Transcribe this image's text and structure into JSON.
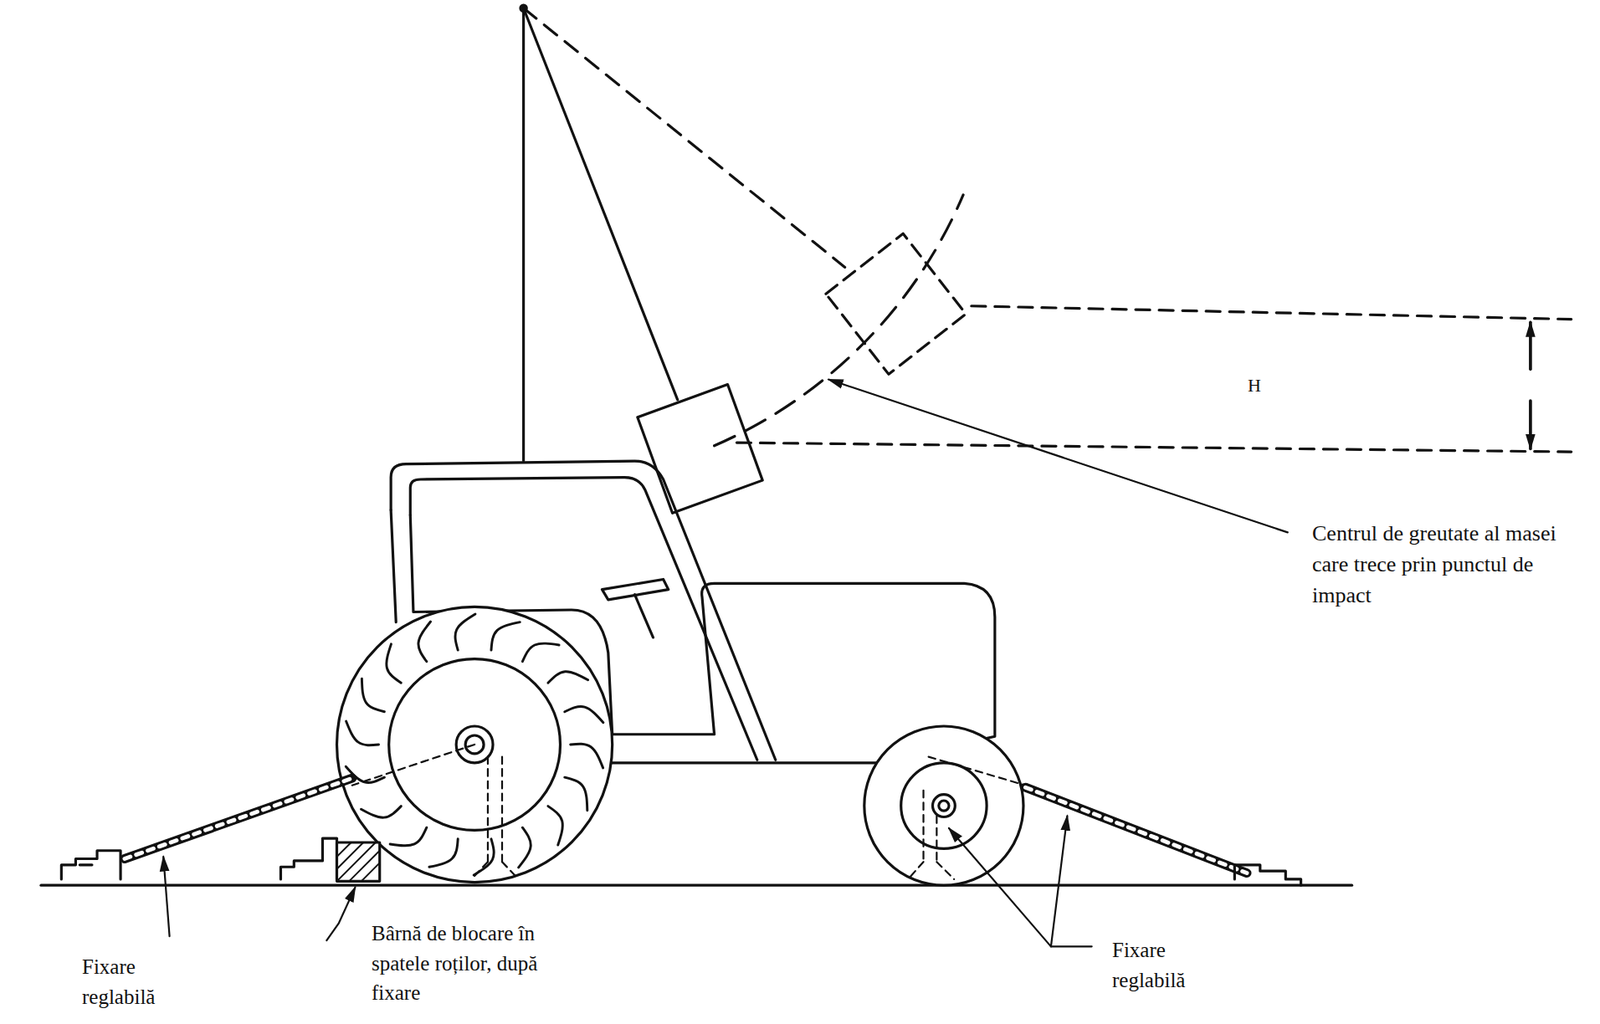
{
  "diagram": {
    "labels": [
      "H",
      "Centrul de greutate al masei care trece prin punctul de impact",
      "Fixare reglabilă",
      "Bârnă de blocare în spatele roților, după fixare",
      "Fixare reglabilă"
    ]
  }
}
